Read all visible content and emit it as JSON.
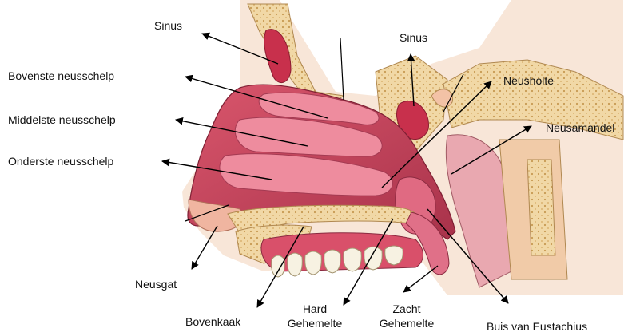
{
  "diagram": {
    "labels": {
      "sinus_left": "Sinus",
      "sinus_right": "Sinus",
      "bovenste": "Bovenste neusschelp",
      "middelste": "Middelste neusschelp",
      "onderste": "Onderste neusschelp",
      "neusholte": "Neusholte",
      "neusamandel": "Neusamandel",
      "neusgat": "Neusgat",
      "bovenkaak": "Bovenkaak",
      "hard_line1": "Hard",
      "hard_line2": "Gehemelte",
      "zacht_line1": "Zacht",
      "zacht_line2": "Gehemelte",
      "eustachius": "Buis van Eustachius"
    },
    "colors": {
      "tissue_pink": "#e8788a",
      "tissue_dark": "#b83a52",
      "bone": "#f1d8a6",
      "bone_dots": "#c79a52",
      "skin": "#f3c2a6",
      "teeth": "#f7f2e2",
      "line": "#000000"
    }
  }
}
